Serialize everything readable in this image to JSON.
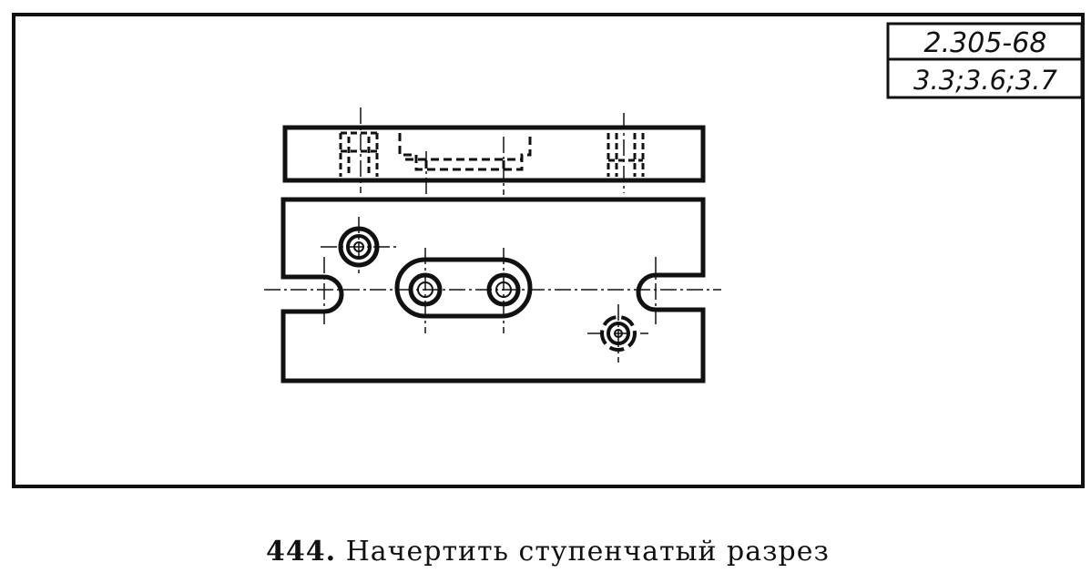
{
  "stamp": {
    "standard": "2.305-68",
    "sections": "3.3;3.6;3.7"
  },
  "caption": {
    "number": "444.",
    "text": "Начертить ступенчатый разрез"
  }
}
